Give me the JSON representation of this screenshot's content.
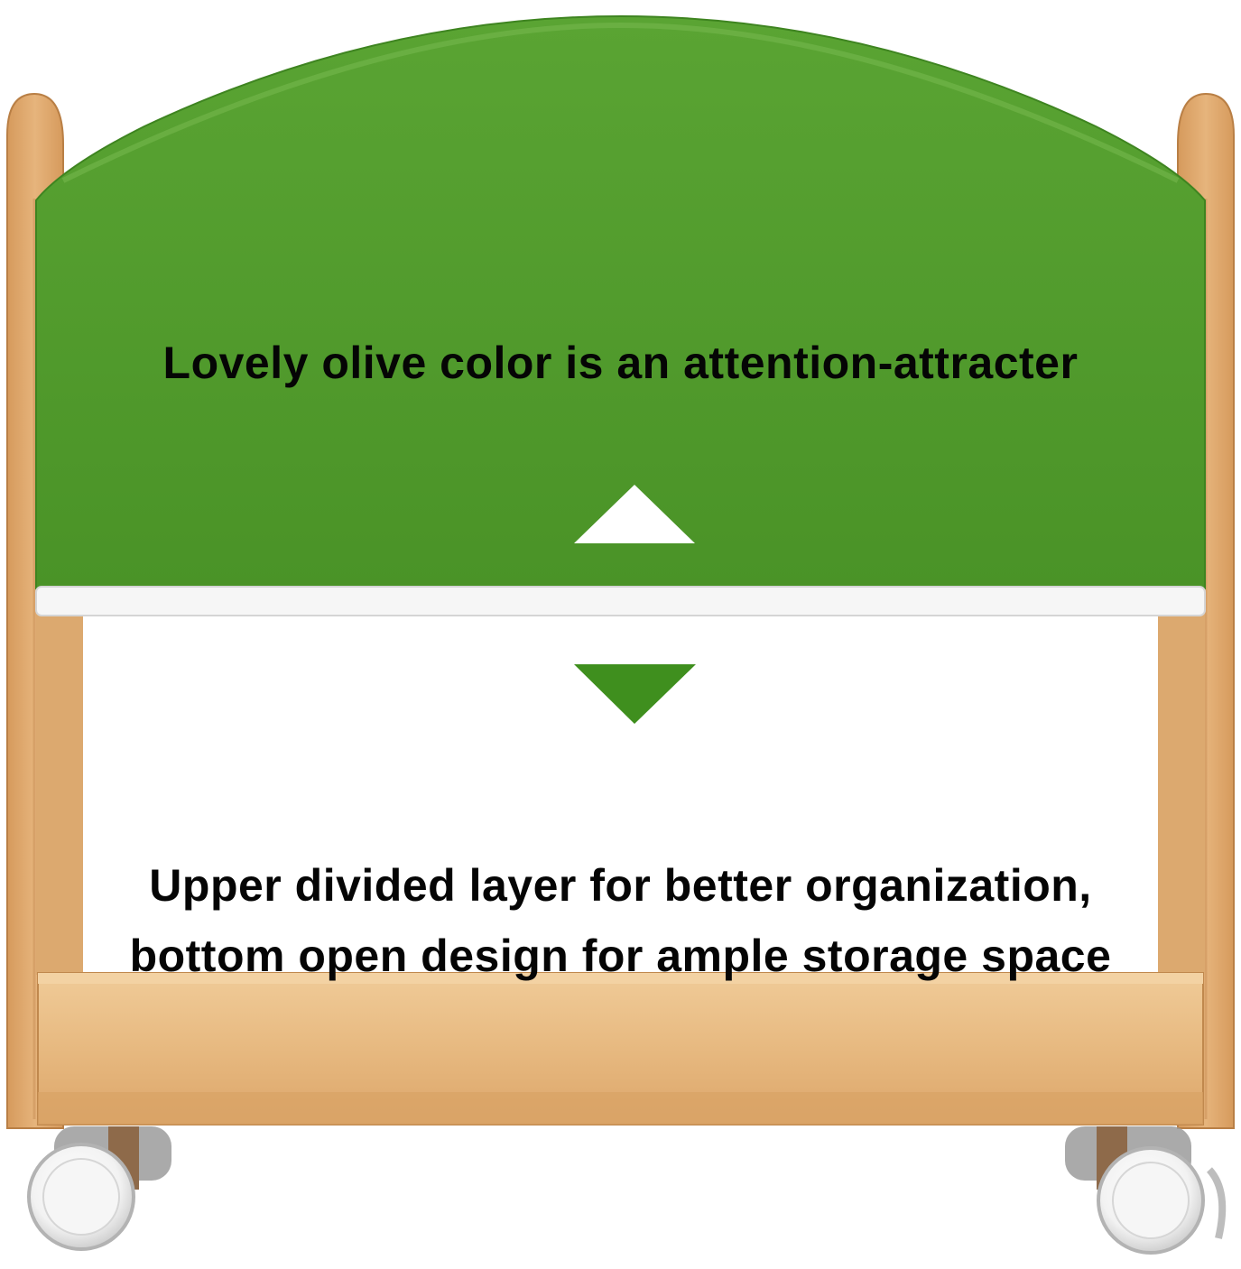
{
  "image": {
    "subject": "wooden-book-cart-with-green-panel",
    "colors": {
      "green_panel": "#4e9a2b",
      "wood": "#e2b27a",
      "wood_dark": "#c98f55",
      "rail": "#f4f4f4",
      "arrow_up": "#ffffff",
      "arrow_down": "#3f8f1e",
      "caster": "#d9d9d9"
    },
    "icons": [
      "arrow-up-icon",
      "arrow-down-icon"
    ]
  },
  "captions": {
    "top": "Lovely olive color is an attention-attracter",
    "bottom_line1": "Upper divided layer for better organization,",
    "bottom_line2": "bottom open design for ample storage space"
  }
}
